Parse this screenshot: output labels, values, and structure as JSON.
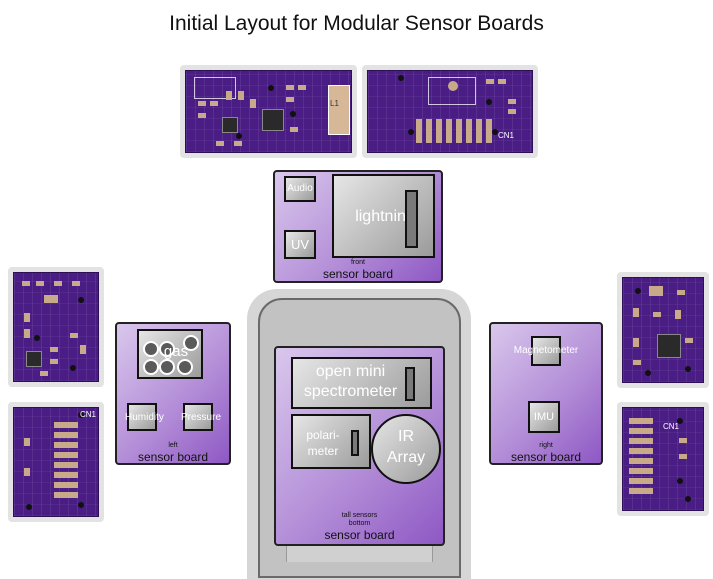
{
  "title": "Initial Layout for Modular Sensor Boards",
  "front_board": {
    "board_label": "sensor board",
    "sub_label": "front",
    "components": {
      "audio": "Audio",
      "uv": "UV",
      "lightning": "lightning"
    }
  },
  "left_board": {
    "board_label": "sensor board",
    "sub_label": "left",
    "components": {
      "gas": "gas",
      "humidity": "Humidity",
      "pressure": "Pressure"
    }
  },
  "right_board": {
    "board_label": "sensor board",
    "sub_label": "right",
    "components": {
      "magnetometer": "Magnetometer",
      "imu": "IMU"
    }
  },
  "bottom_board": {
    "board_label": "sensor board",
    "sub_label_1": "tall sensors",
    "sub_label_2": "bottom",
    "components": {
      "spectrometer_line1": "open mini",
      "spectrometer_line2": "spectrometer",
      "polarimeter_line1": "polari-",
      "polarimeter_line2": "meter",
      "ir_line1": "IR",
      "ir_line2": "Array"
    }
  },
  "pcb_silkscreen": {
    "top_left_inductor": "L1",
    "top_right_connector": "CN1",
    "right_lower_connector": "CN1",
    "left_lower_connector": "CN1"
  },
  "colors": {
    "pcb": "#4a1d85",
    "board_light": "#d9c7ec",
    "board_dark": "#8e58c4",
    "device_body": "#c9c9c9"
  }
}
